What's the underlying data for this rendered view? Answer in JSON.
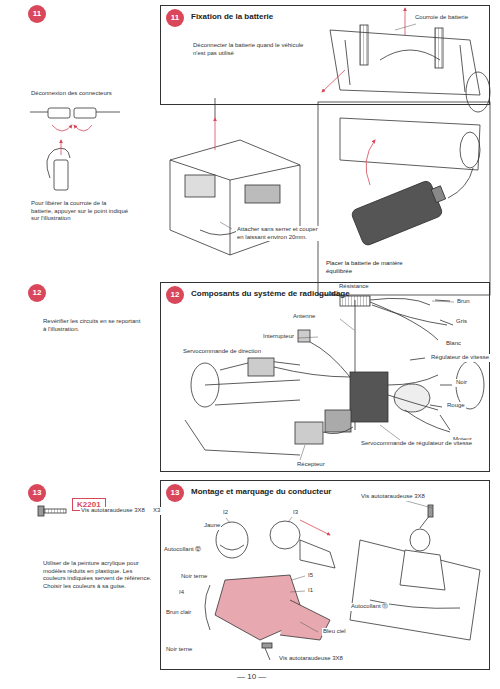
{
  "diagram": {
    "nodes": [
      {
        "text": [
          "11"
        ]
      },
      {
        "text": [
          "Fixation de la batterie"
        ]
      },
      {
        "text": [
          "11"
        ],
        "in": 1
      },
      {
        "text": [
          "Placer la batterie de manière équilibrée"
        ]
      },
      {
        "text": [
          "12"
        ]
      },
      {
        "text": [
          "Composants du système de radioguidage"
        ]
      },
      {
        "text": [
          "12"
        ],
        "in": 5
      },
      {
        "text": [
          "13"
        ]
      },
      {
        "text": [
          "K2201"
        ]
      },
      {
        "text": [
          "Montage et marquage du conducteur"
        ]
      },
      {
        "text": [
          "13"
        ],
        "in": 9
      }
    ],
    "labels": [
      "Déconnexion des connecteurs",
      "Pour libérer la courroie de la batterie, appuyer sur le point indiqué sur l'illustration",
      "Déconnecter la batterie quand le véhicule n'est pas utilisé",
      "Courroie de batterie",
      "Attacher sans serrer et couper en laissant environ 20mm.",
      "Revérifier les circuits en se reportant à l'illustration.",
      "Résistance",
      "Brun",
      "Gris",
      "Blanc",
      "Antenne",
      "Interrupteur",
      "Régulateur de vitesse",
      "Servocommande de direction",
      "Noir",
      "Rouge",
      "Moteur",
      "Servocommande de régulateur de vitesse",
      "Récepteur",
      "Vis autotaraudeuse 3X8",
      "X3",
      "Utiliser de la peinture acrylique pour modèles réduits en plastique. Les couleurs indiquées servent de référence. Choisir les couleurs à sa guise.",
      "Jaune",
      "I2",
      "I3",
      "Autocollant ⑫",
      "Noir terne",
      "I4",
      "I5",
      "I1",
      "Autocollant ⑪",
      "Brun clair",
      "Bleu ciel",
      "Noir terne",
      "Vis autotaraudeuse 3X8",
      "Vis autotaraudeuse 3X8",
      "— 10 —"
    ]
  }
}
